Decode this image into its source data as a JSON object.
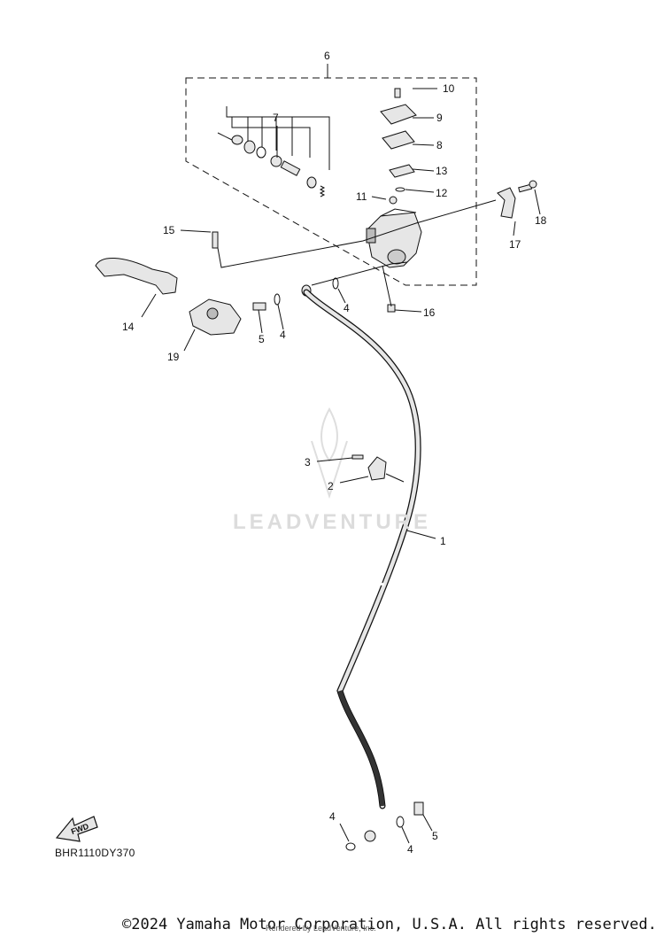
{
  "diagram": {
    "callouts": {
      "c1": "1",
      "c2": "2",
      "c3": "3",
      "c4a": "4",
      "c4b": "4",
      "c4c": "4",
      "c4d": "4",
      "c5a": "5",
      "c5b": "5",
      "c6": "6",
      "c7": "7",
      "c8": "8",
      "c9": "9",
      "c10": "10",
      "c11": "11",
      "c12": "12",
      "c13": "13",
      "c14": "14",
      "c15": "15",
      "c16": "16",
      "c17": "17",
      "c18": "18",
      "c19": "19"
    },
    "fwd_label": "FWD",
    "drawing_code": "BHR1110DY370",
    "watermark": "LEADVENTURE"
  },
  "footer": {
    "copyright": "©2024 Yamaha Motor Corporation, U.S.A. All rights reserved.",
    "rendered_by": "Rendered by LeadVenture, Inc."
  },
  "colors": {
    "line": "#111111",
    "part_fill": "#e6e6e6",
    "part_dark": "#555555",
    "watermark": "#dcdcdc"
  }
}
